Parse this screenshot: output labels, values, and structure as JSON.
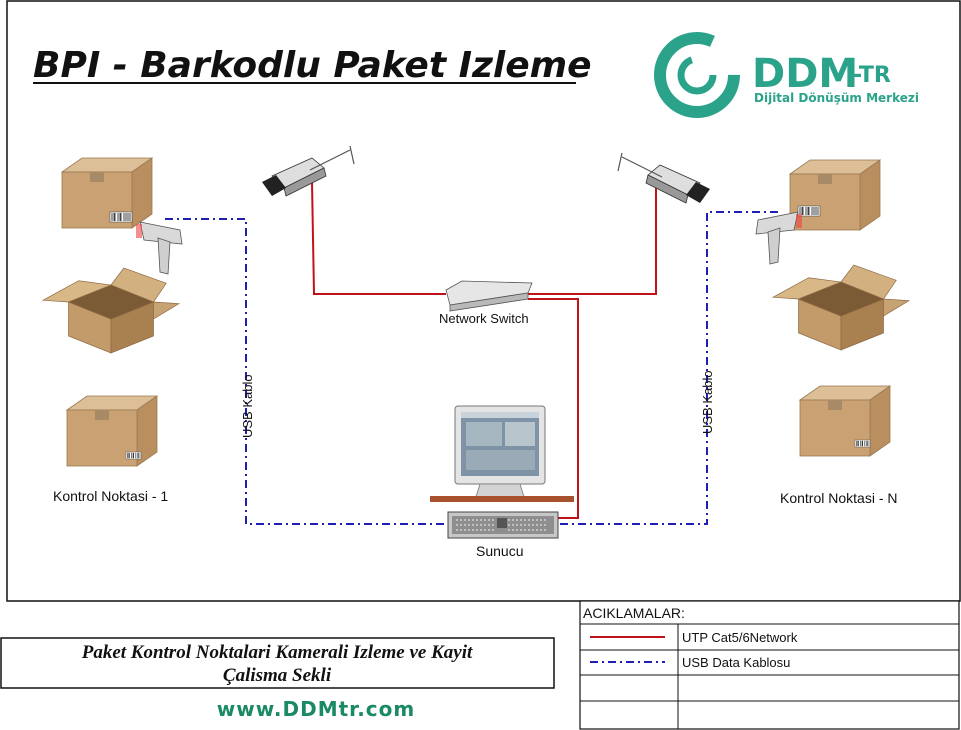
{
  "title": "BPI - Barkodlu Paket Izleme",
  "logo": {
    "brand": "DDM",
    "suffix": "-TR",
    "tagline": "Dijital Dönüşüm Merkezi",
    "color": "#2aa38a"
  },
  "nodes": {
    "switch": "Network Switch",
    "server": "Sunucu",
    "left_station": "Kontrol Noktasi  - 1",
    "right_station": "Kontrol Noktasi  - N",
    "usb_left": "USB Kablo",
    "usb_right": "USB Kablo"
  },
  "legend": {
    "header": "ACIKLAMALAR:",
    "items": [
      {
        "label": "UTP Cat5/6Network",
        "color": "#c0121a",
        "style": "solid"
      },
      {
        "label": "USB Data Kablosu",
        "color": "#1f1fb4",
        "style": "dash-dot"
      }
    ]
  },
  "caption": {
    "line1": "Paket Kontrol Noktalari Kamerali Izleme ve Kayit",
    "line2": "Çalisma Sekli"
  },
  "website": "www.DDMtr.com",
  "colors": {
    "network": "#c0121a",
    "usb": "#1f1fb4",
    "box": "#c9a173"
  }
}
